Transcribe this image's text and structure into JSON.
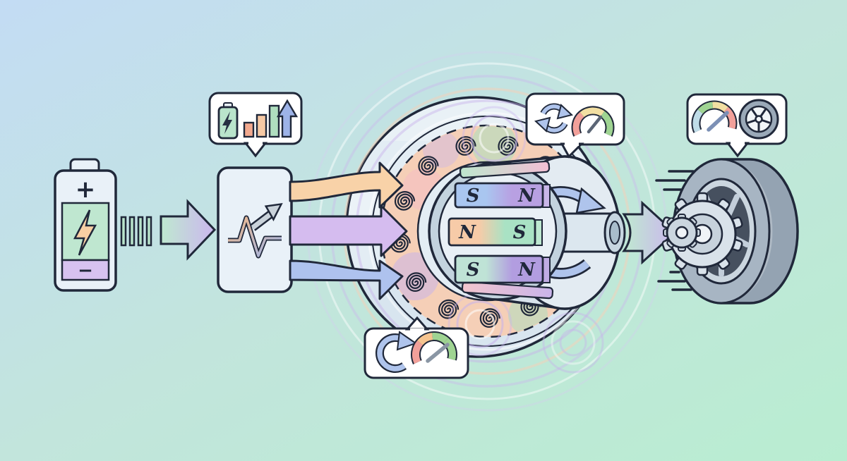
{
  "palette": {
    "bg_top_left": "#c3dcf4",
    "bg_bottom_right": "#b9edd1",
    "outline": "#20283a",
    "housing": "#e3edf4",
    "coil_ring": "#f5cfb7",
    "battery_green": "#bfe7d0",
    "battery_purple": "#d7c2f0",
    "bolt_orange": "#f8cfa4",
    "phase_a": "#f8d2a8",
    "phase_b": "#d5bcef",
    "phase_c": "#aec2ee",
    "arrow_blue": "#afc4ec",
    "flow_green": "#bfe8d0",
    "flow_purple": "#cbb7ee",
    "gauge_red": "#f2a09a",
    "gauge_orange": "#f6c48f",
    "gauge_yellow": "#f2dfa2",
    "gauge_green": "#9fd492",
    "gauge_blue": "#bfdce8",
    "steel": "#a7b5c3"
  },
  "battery": {
    "plus_label": "+",
    "minus_label": "−"
  },
  "motor": {
    "magnets": [
      {
        "left": "S",
        "right": "N"
      },
      {
        "left": "N",
        "right": "S"
      },
      {
        "left": "S",
        "right": "N"
      }
    ]
  },
  "callouts": {
    "power": {
      "icons": [
        "battery-charge-icon",
        "rising-bars-icon",
        "up-arrow-icon"
      ]
    },
    "field_rotation": {
      "icons": [
        "sync-icon",
        "gauge-icon"
      ]
    },
    "torque": {
      "icons": [
        "rotate-cw-icon",
        "gauge-icon"
      ]
    },
    "speed": {
      "icons": [
        "gauge-icon",
        "wheel-icon"
      ]
    }
  }
}
